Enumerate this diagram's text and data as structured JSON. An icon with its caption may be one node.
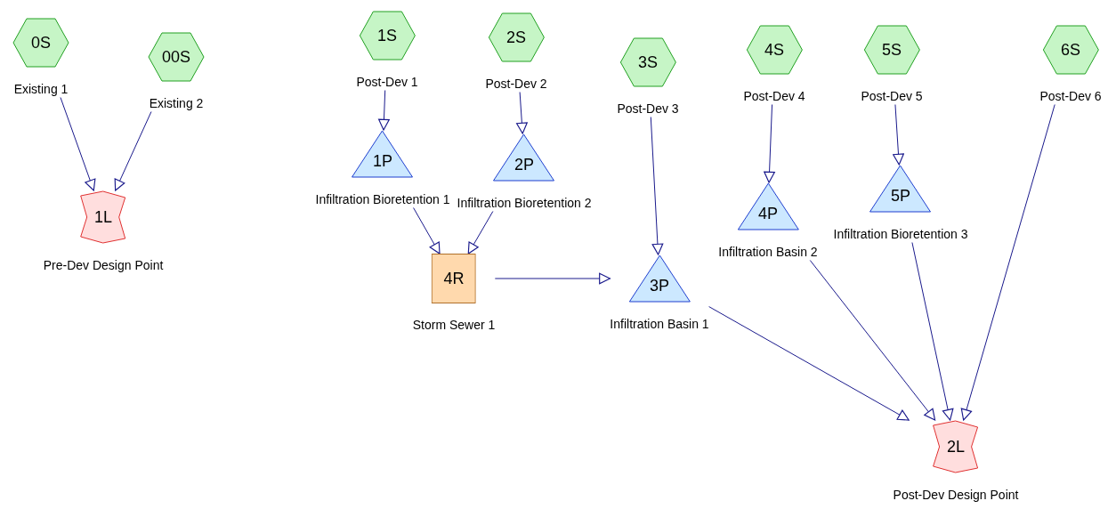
{
  "diagram": {
    "nodes": [
      {
        "text": [
          "0S"
        ],
        "beside": [
          "Existing 1"
        ]
      },
      {
        "text": [
          "00S"
        ],
        "beside": [
          "Existing 2"
        ]
      },
      {
        "text": [
          "1L"
        ],
        "beside": [
          "Pre-Dev Design Point"
        ]
      },
      {
        "text": [
          "1S"
        ],
        "beside": [
          "Post-Dev 1"
        ]
      },
      {
        "text": [
          "2S"
        ],
        "beside": [
          "Post-Dev 2"
        ]
      },
      {
        "text": [
          "3S"
        ],
        "beside": [
          "Post-Dev 3"
        ]
      },
      {
        "text": [
          "4S"
        ],
        "beside": [
          "Post-Dev 4"
        ]
      },
      {
        "text": [
          "5S"
        ],
        "beside": [
          "Post-Dev 5"
        ]
      },
      {
        "text": [
          "6S"
        ],
        "beside": [
          "Post-Dev 6"
        ]
      },
      {
        "text": [
          "1P"
        ],
        "beside": [
          "Infiltration Bioretention 1"
        ]
      },
      {
        "text": [
          "2P"
        ],
        "beside": [
          "Infiltration Bioretention 2"
        ]
      },
      {
        "text": [
          "4R"
        ],
        "beside": [
          "Storm Sewer 1"
        ]
      },
      {
        "text": [
          "3P"
        ],
        "beside": [
          "Infiltration Basin 1"
        ]
      },
      {
        "text": [
          "4P"
        ],
        "beside": [
          "Infiltration Basin 2"
        ]
      },
      {
        "text": [
          "5P"
        ],
        "beside": [
          "Infiltration Bioretention 3"
        ]
      },
      {
        "text": [
          "2L"
        ],
        "beside": [
          "Post-Dev Design Point"
        ]
      }
    ],
    "edges": [
      {
        "from": 0,
        "to": 2,
        "arrow": "to"
      },
      {
        "from": 1,
        "to": 2,
        "arrow": "to"
      },
      {
        "from": 3,
        "to": 9,
        "arrow": "to"
      },
      {
        "from": 4,
        "to": 10,
        "arrow": "to"
      },
      {
        "from": 9,
        "to": 11,
        "arrow": "to"
      },
      {
        "from": 10,
        "to": 11,
        "arrow": "to"
      },
      {
        "from": 11,
        "to": 12,
        "arrow": "to"
      },
      {
        "from": 5,
        "to": 12,
        "arrow": "to"
      },
      {
        "from": 6,
        "to": 13,
        "arrow": "to"
      },
      {
        "from": 7,
        "to": 14,
        "arrow": "to"
      },
      {
        "from": 12,
        "to": 15,
        "arrow": "to"
      },
      {
        "from": 13,
        "to": 15,
        "arrow": "to"
      },
      {
        "from": 14,
        "to": 15,
        "arrow": "to"
      },
      {
        "from": 8,
        "to": 15,
        "arrow": "to"
      }
    ]
  }
}
